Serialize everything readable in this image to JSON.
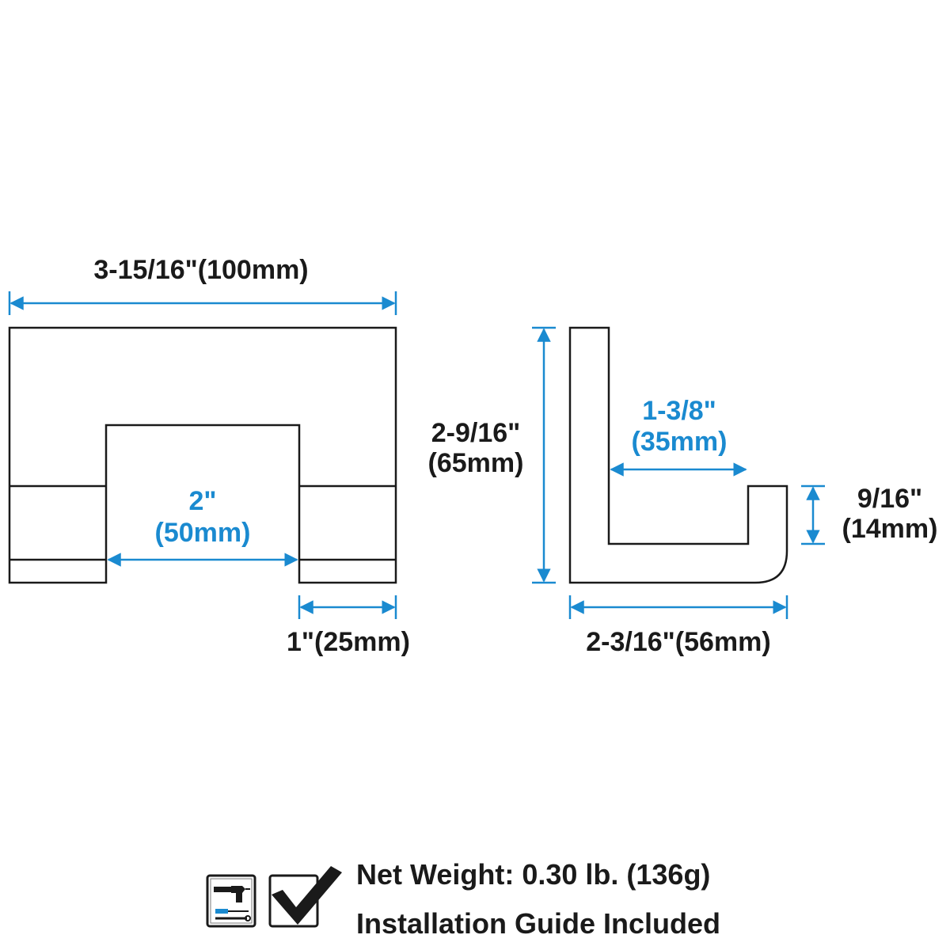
{
  "colors": {
    "outline": "#1a1a1a",
    "dimension": "#1a8ad0",
    "text_dark": "#1a1a1a"
  },
  "front_view": {
    "overall_width": "3-15/16\"(100mm)",
    "inner_width_in": "2\"",
    "inner_width_mm": "(50mm)",
    "arm_width": "1\"(25mm)"
  },
  "side_view": {
    "height_in": "2-9/16\"",
    "height_mm": "(65mm)",
    "inner_depth_in": "1-3/8\"",
    "inner_depth_mm": "(35mm)",
    "lip_height_in": "9/16\"",
    "lip_height_mm": "(14mm)",
    "overall_depth": "2-3/16\"(56mm)"
  },
  "footer": {
    "icons": [
      "drill-tools-icon",
      "checkbox-checked-icon"
    ],
    "net_weight": "Net Weight: 0.30 lb. (136g)",
    "installation": "Installation Guide Included"
  }
}
